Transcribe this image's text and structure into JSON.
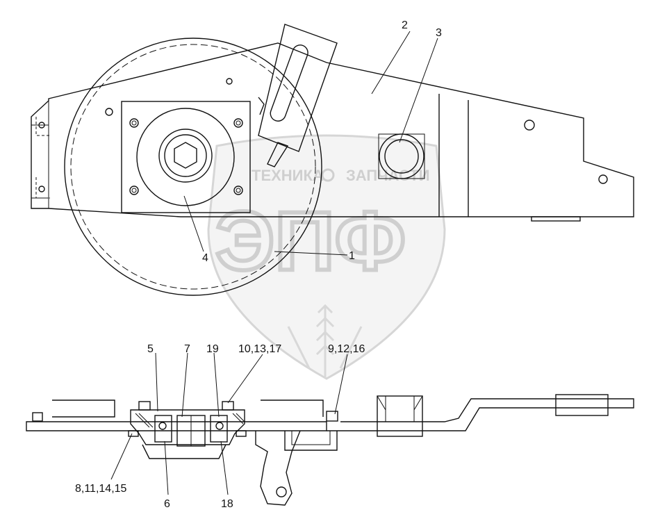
{
  "watermark": {
    "brand_left": "ТЕХНИКА",
    "brand_right": "ЗАПЧАСТИ",
    "logo_letters": "ЭПФ"
  },
  "callouts": {
    "c1": "1",
    "c2": "2",
    "c3": "3",
    "c4": "4",
    "c5": "5",
    "c6": "6",
    "c7": "7",
    "c8": "8,11,14,15",
    "c9": "9,12,16",
    "c10": "10,13,17",
    "c18": "18",
    "c19": "19"
  }
}
